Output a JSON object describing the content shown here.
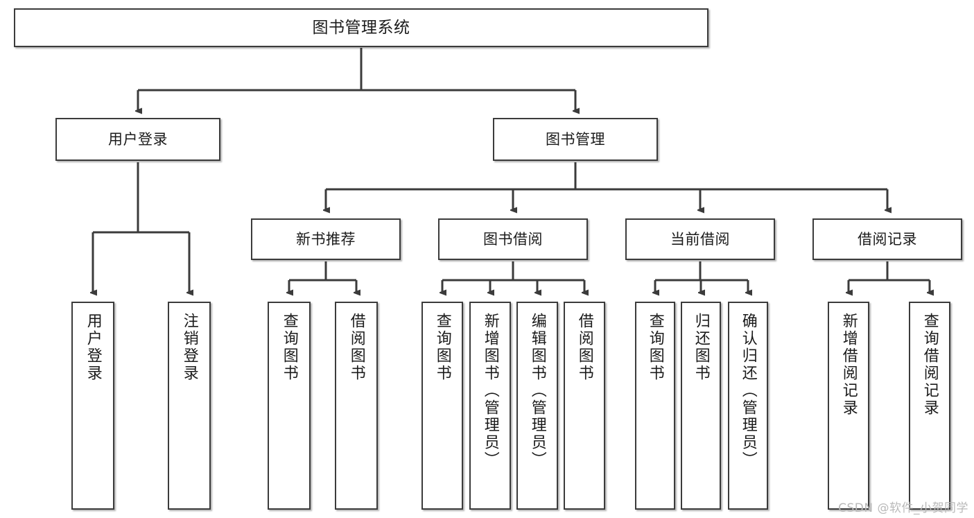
{
  "diagram": {
    "title_node": {
      "label": "图书管理系统"
    },
    "level2": [
      {
        "id": "user-login",
        "label": "用户登录"
      },
      {
        "id": "book-manage",
        "label": "图书管理"
      }
    ],
    "level3": [
      {
        "id": "new-book-recommend",
        "label": "新书推荐"
      },
      {
        "id": "book-borrow",
        "label": "图书借阅"
      },
      {
        "id": "current-borrow",
        "label": "当前借阅"
      },
      {
        "id": "borrow-record",
        "label": "借阅记录"
      }
    ],
    "leaves": [
      {
        "id": "leaf-user-login",
        "label": "用户登录"
      },
      {
        "id": "leaf-logout-login",
        "label": "注销登录"
      },
      {
        "id": "leaf-query-book-1",
        "label": "查询图书"
      },
      {
        "id": "leaf-borrow-book-1",
        "label": "借阅图书"
      },
      {
        "id": "leaf-query-book-2",
        "label": "查询图书"
      },
      {
        "id": "leaf-add-book",
        "label": "新增图书（管理员）"
      },
      {
        "id": "leaf-edit-book",
        "label": "编辑图书（管理员）"
      },
      {
        "id": "leaf-borrow-book-2",
        "label": "借阅图书"
      },
      {
        "id": "leaf-query-book-3",
        "label": "查询图书"
      },
      {
        "id": "leaf-return-book",
        "label": "归还图书"
      },
      {
        "id": "leaf-confirm-return",
        "label": "确认归还（管理员）"
      },
      {
        "id": "leaf-add-borrow-record",
        "label": "新增借阅记录"
      },
      {
        "id": "leaf-query-borrow-record",
        "label": "查询借阅记录"
      }
    ],
    "watermark": "CSDN @软件_小贺同学",
    "colors": {
      "border": "#3b3b3b",
      "edge": "#3b3b3b",
      "background": "#ffffff",
      "text": "#1b1b1b",
      "watermark": "#b9b9b9"
    }
  }
}
